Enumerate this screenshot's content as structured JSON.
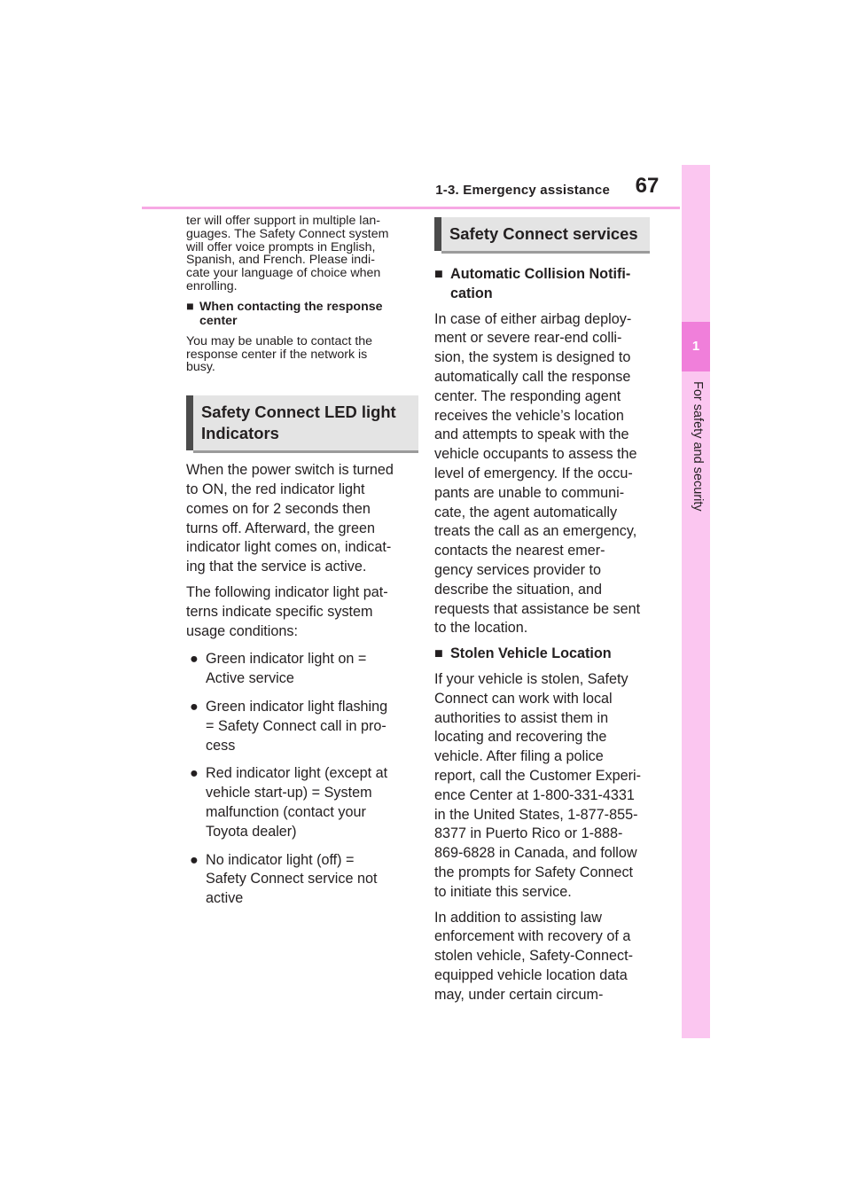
{
  "header": {
    "section_title": "1-3. Emergency assistance",
    "page_number": "67"
  },
  "side_tab": {
    "chapter_number": "1",
    "chapter_label": "For safety and security"
  },
  "left_column": {
    "intro_text": "ter will offer support in multiple languages. The Safety Connect system will offer voice prompts in English, Spanish, and French. Please indicate your language of choice when enrolling.",
    "intro_lines": [
      "ter will offer support in multiple lan-",
      "guages. The Safety Connect system",
      "will offer voice prompts in English,",
      "Spanish, and French. Please indi-",
      "cate your language of choice when",
      "enrolling."
    ],
    "note_heading_lines": [
      "When contacting the response",
      "center"
    ],
    "note_text_lines": [
      "You may be unable to contact the",
      "response center if the network is",
      "busy."
    ],
    "led_heading_lines": [
      "Safety Connect LED light",
      "Indicators"
    ],
    "led_para1_lines": [
      "When the power switch is turned",
      "to ON, the red indicator light",
      "comes on for 2 seconds then",
      "turns off. Afterward, the green",
      "indicator light comes on, indicat-",
      "ing that the service is active."
    ],
    "led_para2_lines": [
      "The following indicator light pat-",
      "terns indicate specific system",
      "usage conditions:"
    ],
    "bullets": [
      [
        "Green indicator light on =",
        "Active service"
      ],
      [
        "Green indicator light flashing",
        "= Safety Connect call in pro-",
        "cess"
      ],
      [
        "Red indicator light (except at",
        "vehicle start-up) = System",
        "malfunction (contact your",
        "Toyota dealer)"
      ],
      [
        "No indicator light (off) =",
        "Safety Connect service not",
        "active"
      ]
    ]
  },
  "right_column": {
    "services_heading": "Safety Connect services",
    "acn_heading_lines": [
      "Automatic Collision Notifi-",
      "cation"
    ],
    "acn_text_lines": [
      "In case of either airbag deploy-",
      "ment or severe rear-end colli-",
      "sion, the system is designed to",
      "automatically call the response",
      "center. The responding agent",
      "receives the vehicle’s location",
      "and attempts to speak with the",
      "vehicle occupants to assess the",
      "level of emergency. If the occu-",
      "pants are unable to communi-",
      "cate, the agent automatically",
      "treats the call as an emergency,",
      "contacts the nearest emer-",
      "gency services provider to",
      "describe the situation, and",
      "requests that assistance be sent",
      "to the location."
    ],
    "svl_heading": "Stolen Vehicle Location",
    "svl_para1_lines": [
      "If your vehicle is stolen, Safety",
      "Connect can work with local",
      "authorities to assist them in",
      "locating and recovering the",
      "vehicle. After filing a police",
      "report, call the Customer Experi-",
      "ence Center at 1-800-331-4331",
      "in the United States, 1-877-855-",
      "8377 in Puerto Rico or 1-888-",
      "869-6828 in Canada, and follow",
      "the prompts for Safety Connect",
      "to initiate this service."
    ],
    "svl_para2_lines": [
      "In addition to assisting law",
      "enforcement with recovery of a",
      "stolen vehicle, Safety-Connect-",
      "equipped vehicle location data",
      "may, under certain circum-"
    ]
  },
  "glyphs": {
    "square": "■",
    "bullet": "●"
  },
  "colors": {
    "side_tab": "#fbc6f0",
    "side_tab_active": "#f07fda",
    "header_rule": "#f7a9e4",
    "heading_bg": "#e4e4e4",
    "heading_bar": "#4b4b4b"
  }
}
